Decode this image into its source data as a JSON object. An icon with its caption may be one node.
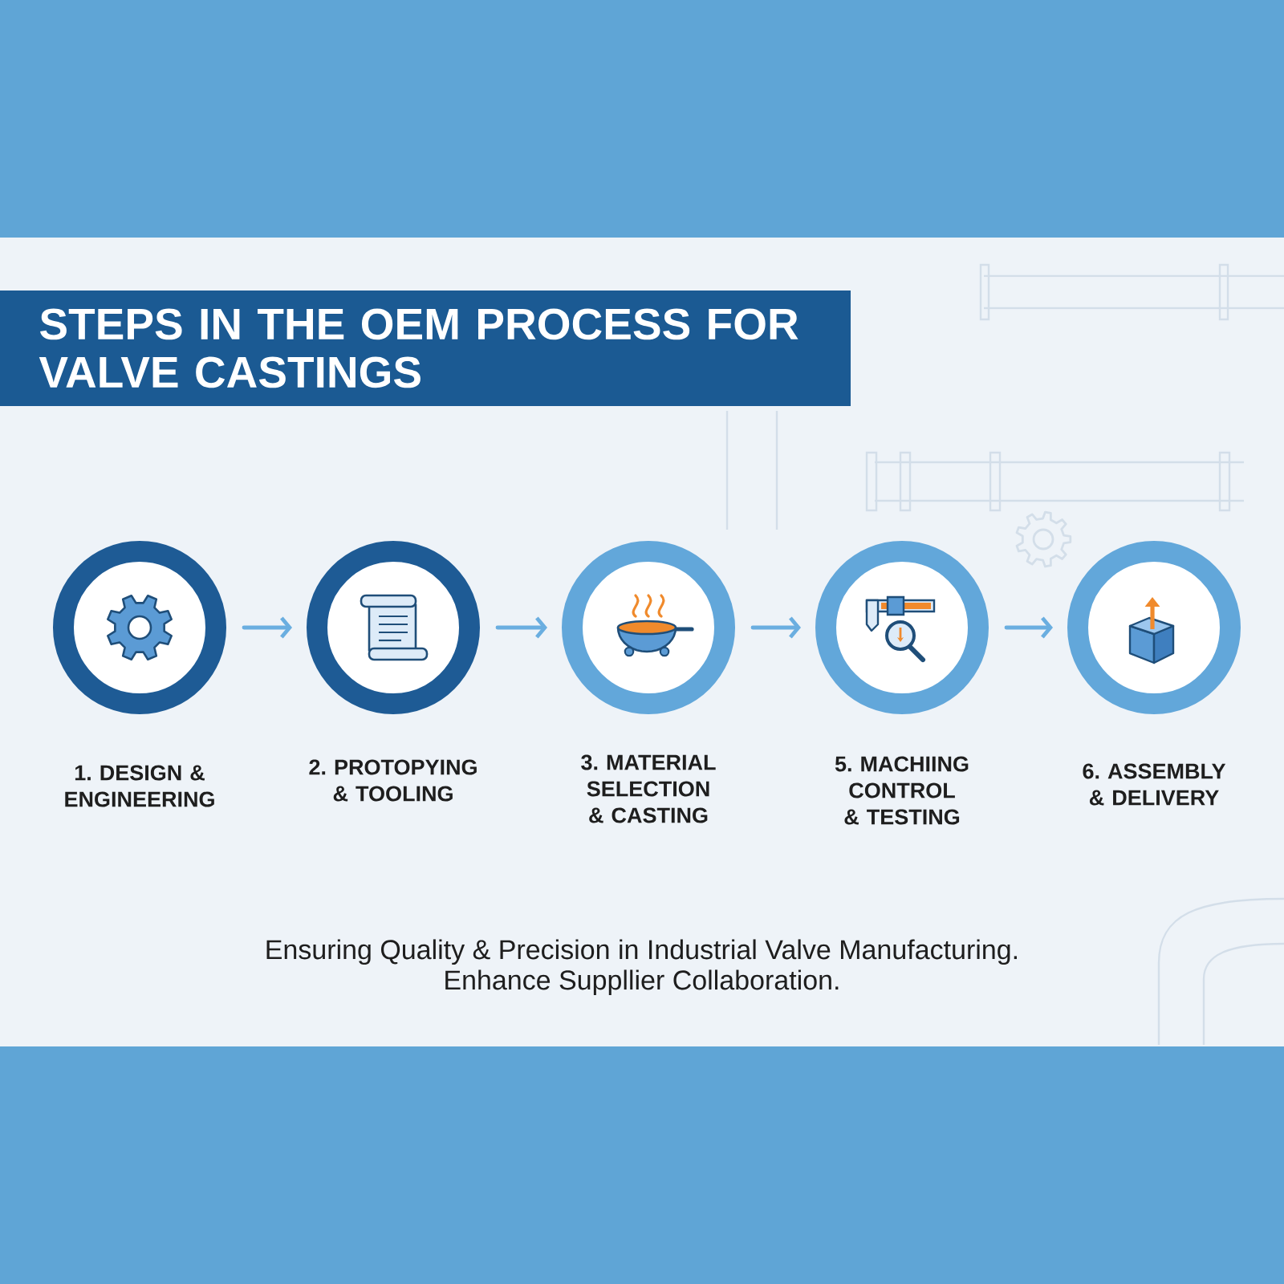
{
  "diagram": {
    "title": "STEPS IN THE OEM PROCESS FOR VALVE CASTINGS",
    "nodes": [
      {
        "text": [
          "1. DESIGN & ENGINEERING"
        ]
      },
      {
        "text": [
          "2. PROTOPYING & TOOLING"
        ]
      },
      {
        "text": [
          "3. MATERIAL SELECTION & CASTING"
        ]
      },
      {
        "text": [
          "5. MACHIING CONTROL & TESTING"
        ]
      },
      {
        "text": [
          "6. ASSEMBLY & DELIVERY"
        ]
      }
    ],
    "edges": [
      {
        "from": 0,
        "to": 1,
        "arrow": "to"
      },
      {
        "from": 1,
        "to": 2,
        "arrow": "to"
      },
      {
        "from": 2,
        "to": 3,
        "arrow": "to"
      },
      {
        "from": 3,
        "to": 4,
        "arrow": "to"
      }
    ],
    "caption": "Ensuring Quality & Precision in Industrial Valve Manufacturing. Enhance Suppllier Collaboration."
  }
}
